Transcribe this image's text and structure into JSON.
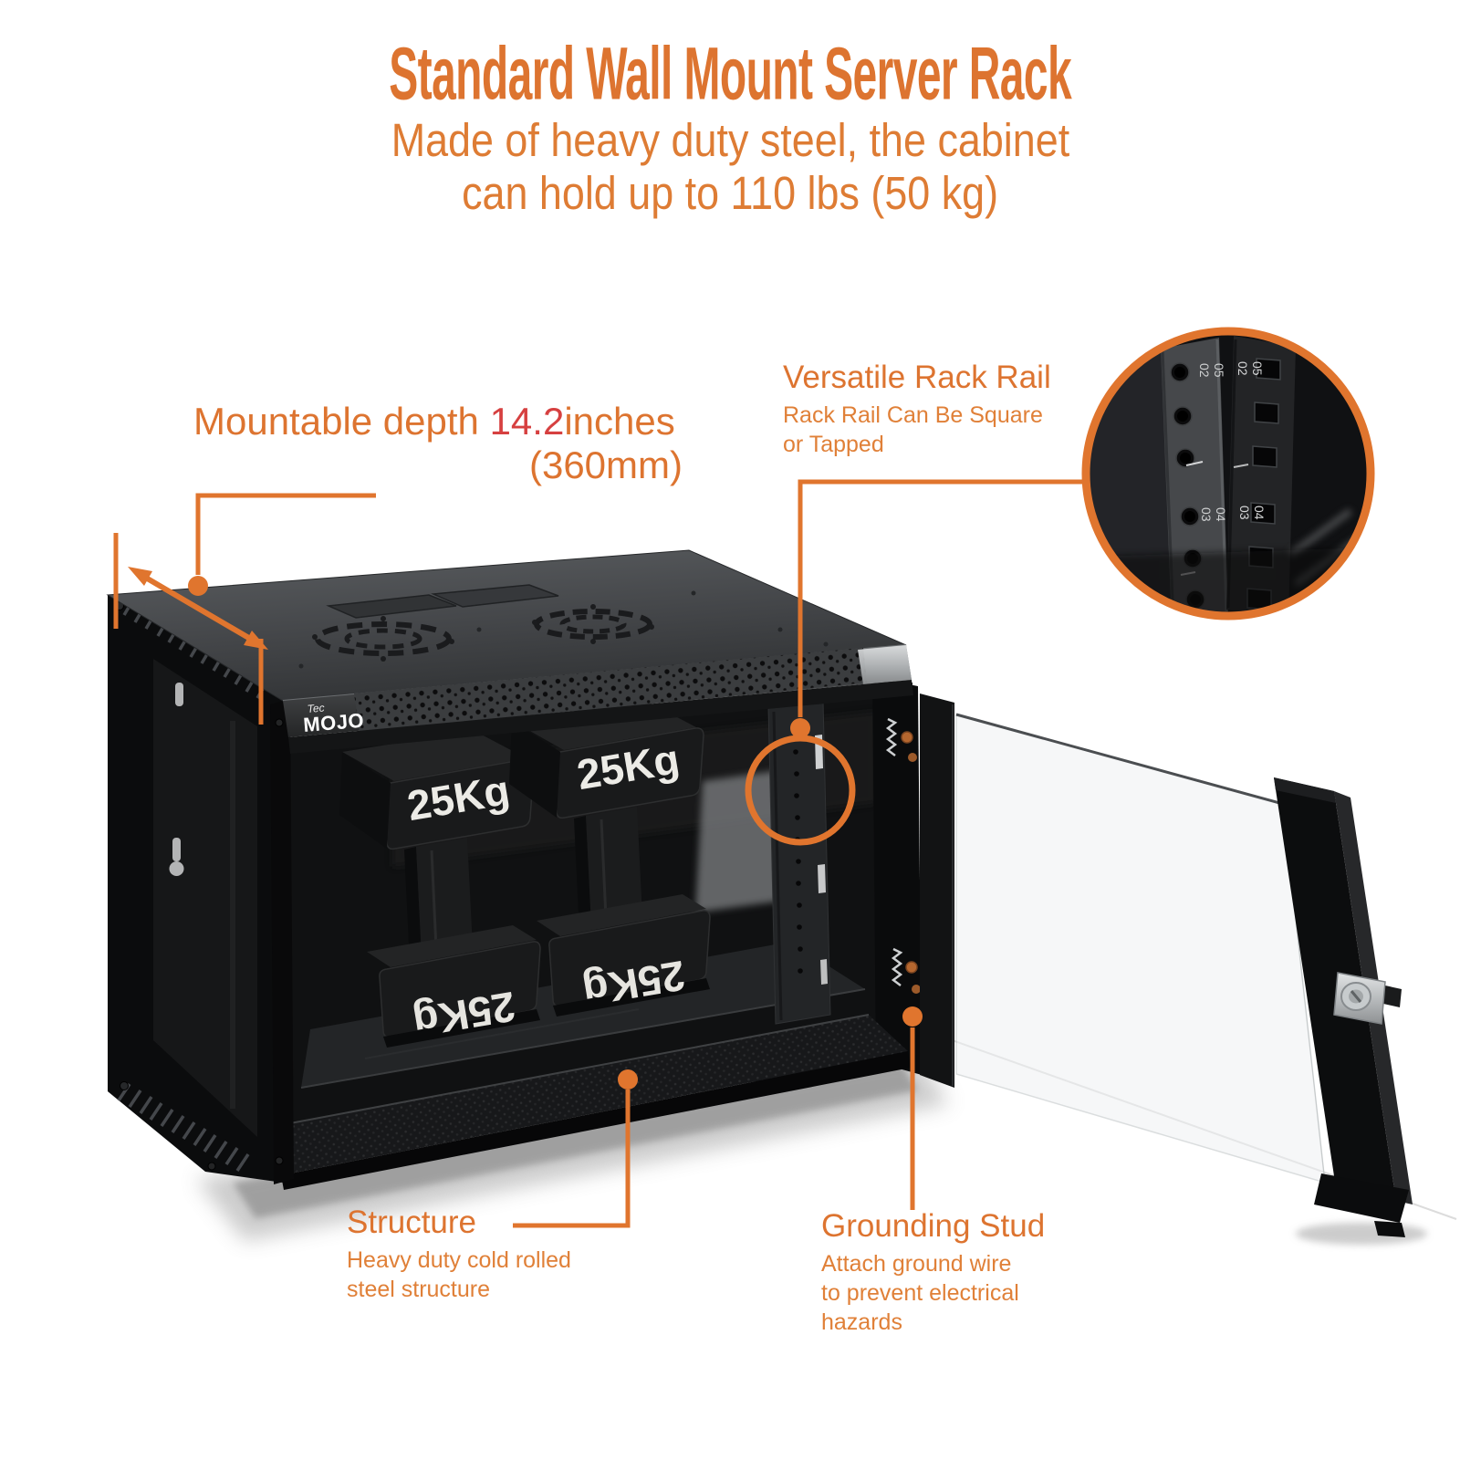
{
  "colors": {
    "accent": "#e0752e",
    "title_orange": "#dd7430",
    "red": "#d64040"
  },
  "header": {
    "title": "Standard Wall Mount Server Rack",
    "subtitle_line1": "Made of heavy duty steel, the cabinet",
    "subtitle_line2": "can hold up to 110 lbs (50 kg)"
  },
  "callouts": {
    "mountable_depth": {
      "prefix": "Mountable depth ",
      "value": "14.2",
      "suffix": "inches",
      "metric": "(360mm)"
    },
    "rack_rail": {
      "title": "Versatile Rack Rail",
      "line1": "Rack Rail Can Be Square",
      "line2": "or Tapped"
    },
    "structure": {
      "title": "Structure",
      "line1": "Heavy duty cold rolled",
      "line2": "steel structure"
    },
    "grounding": {
      "title": "Grounding Stud",
      "line1": "Attach ground wire",
      "line2": "to prevent electrical",
      "line3": "hazards"
    }
  },
  "product": {
    "brand_small": "Tec",
    "brand": "MOJO",
    "weight_label": "25Kg",
    "rail_markings": [
      "05",
      "02",
      "04",
      "03"
    ]
  }
}
